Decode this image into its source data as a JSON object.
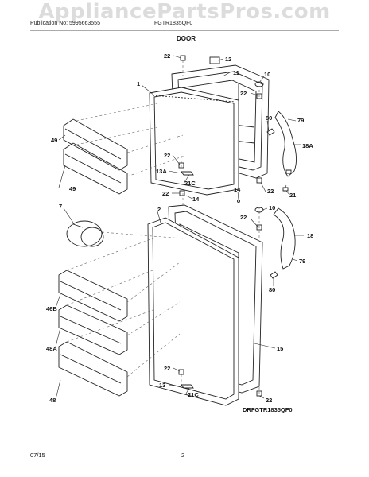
{
  "watermark": "AppliancePartsPros.com",
  "header": {
    "publication": "Publication No: 5995663555",
    "model_code": "FGTR1835QF0",
    "section": "DOOR"
  },
  "labels": {
    "l22a": "22",
    "l12": "12",
    "l11": "11",
    "l10a": "10",
    "l1": "1",
    "l22b": "22",
    "l80a": "80",
    "l79a": "79",
    "l49a": "49",
    "l18A": "18A",
    "l49b": "49",
    "l22c": "22",
    "l13A": "13A",
    "l21Ca": "21C",
    "l22d": "22",
    "l14a": "14",
    "l14b": "14",
    "l22e": "22",
    "l21": "21",
    "l7": "7",
    "l2": "2",
    "l22f": "22",
    "l10b": "10",
    "l18": "18",
    "l79b": "79",
    "l80b": "80",
    "l46B": "46B",
    "l48A": "48A",
    "l15": "15",
    "l22g": "22",
    "l13": "13",
    "l21Cb": "21C",
    "l48": "48",
    "l22h": "22"
  },
  "diagram_id": "DRFGTR1835QF0",
  "footer": {
    "date": "07/15",
    "page": "2"
  }
}
